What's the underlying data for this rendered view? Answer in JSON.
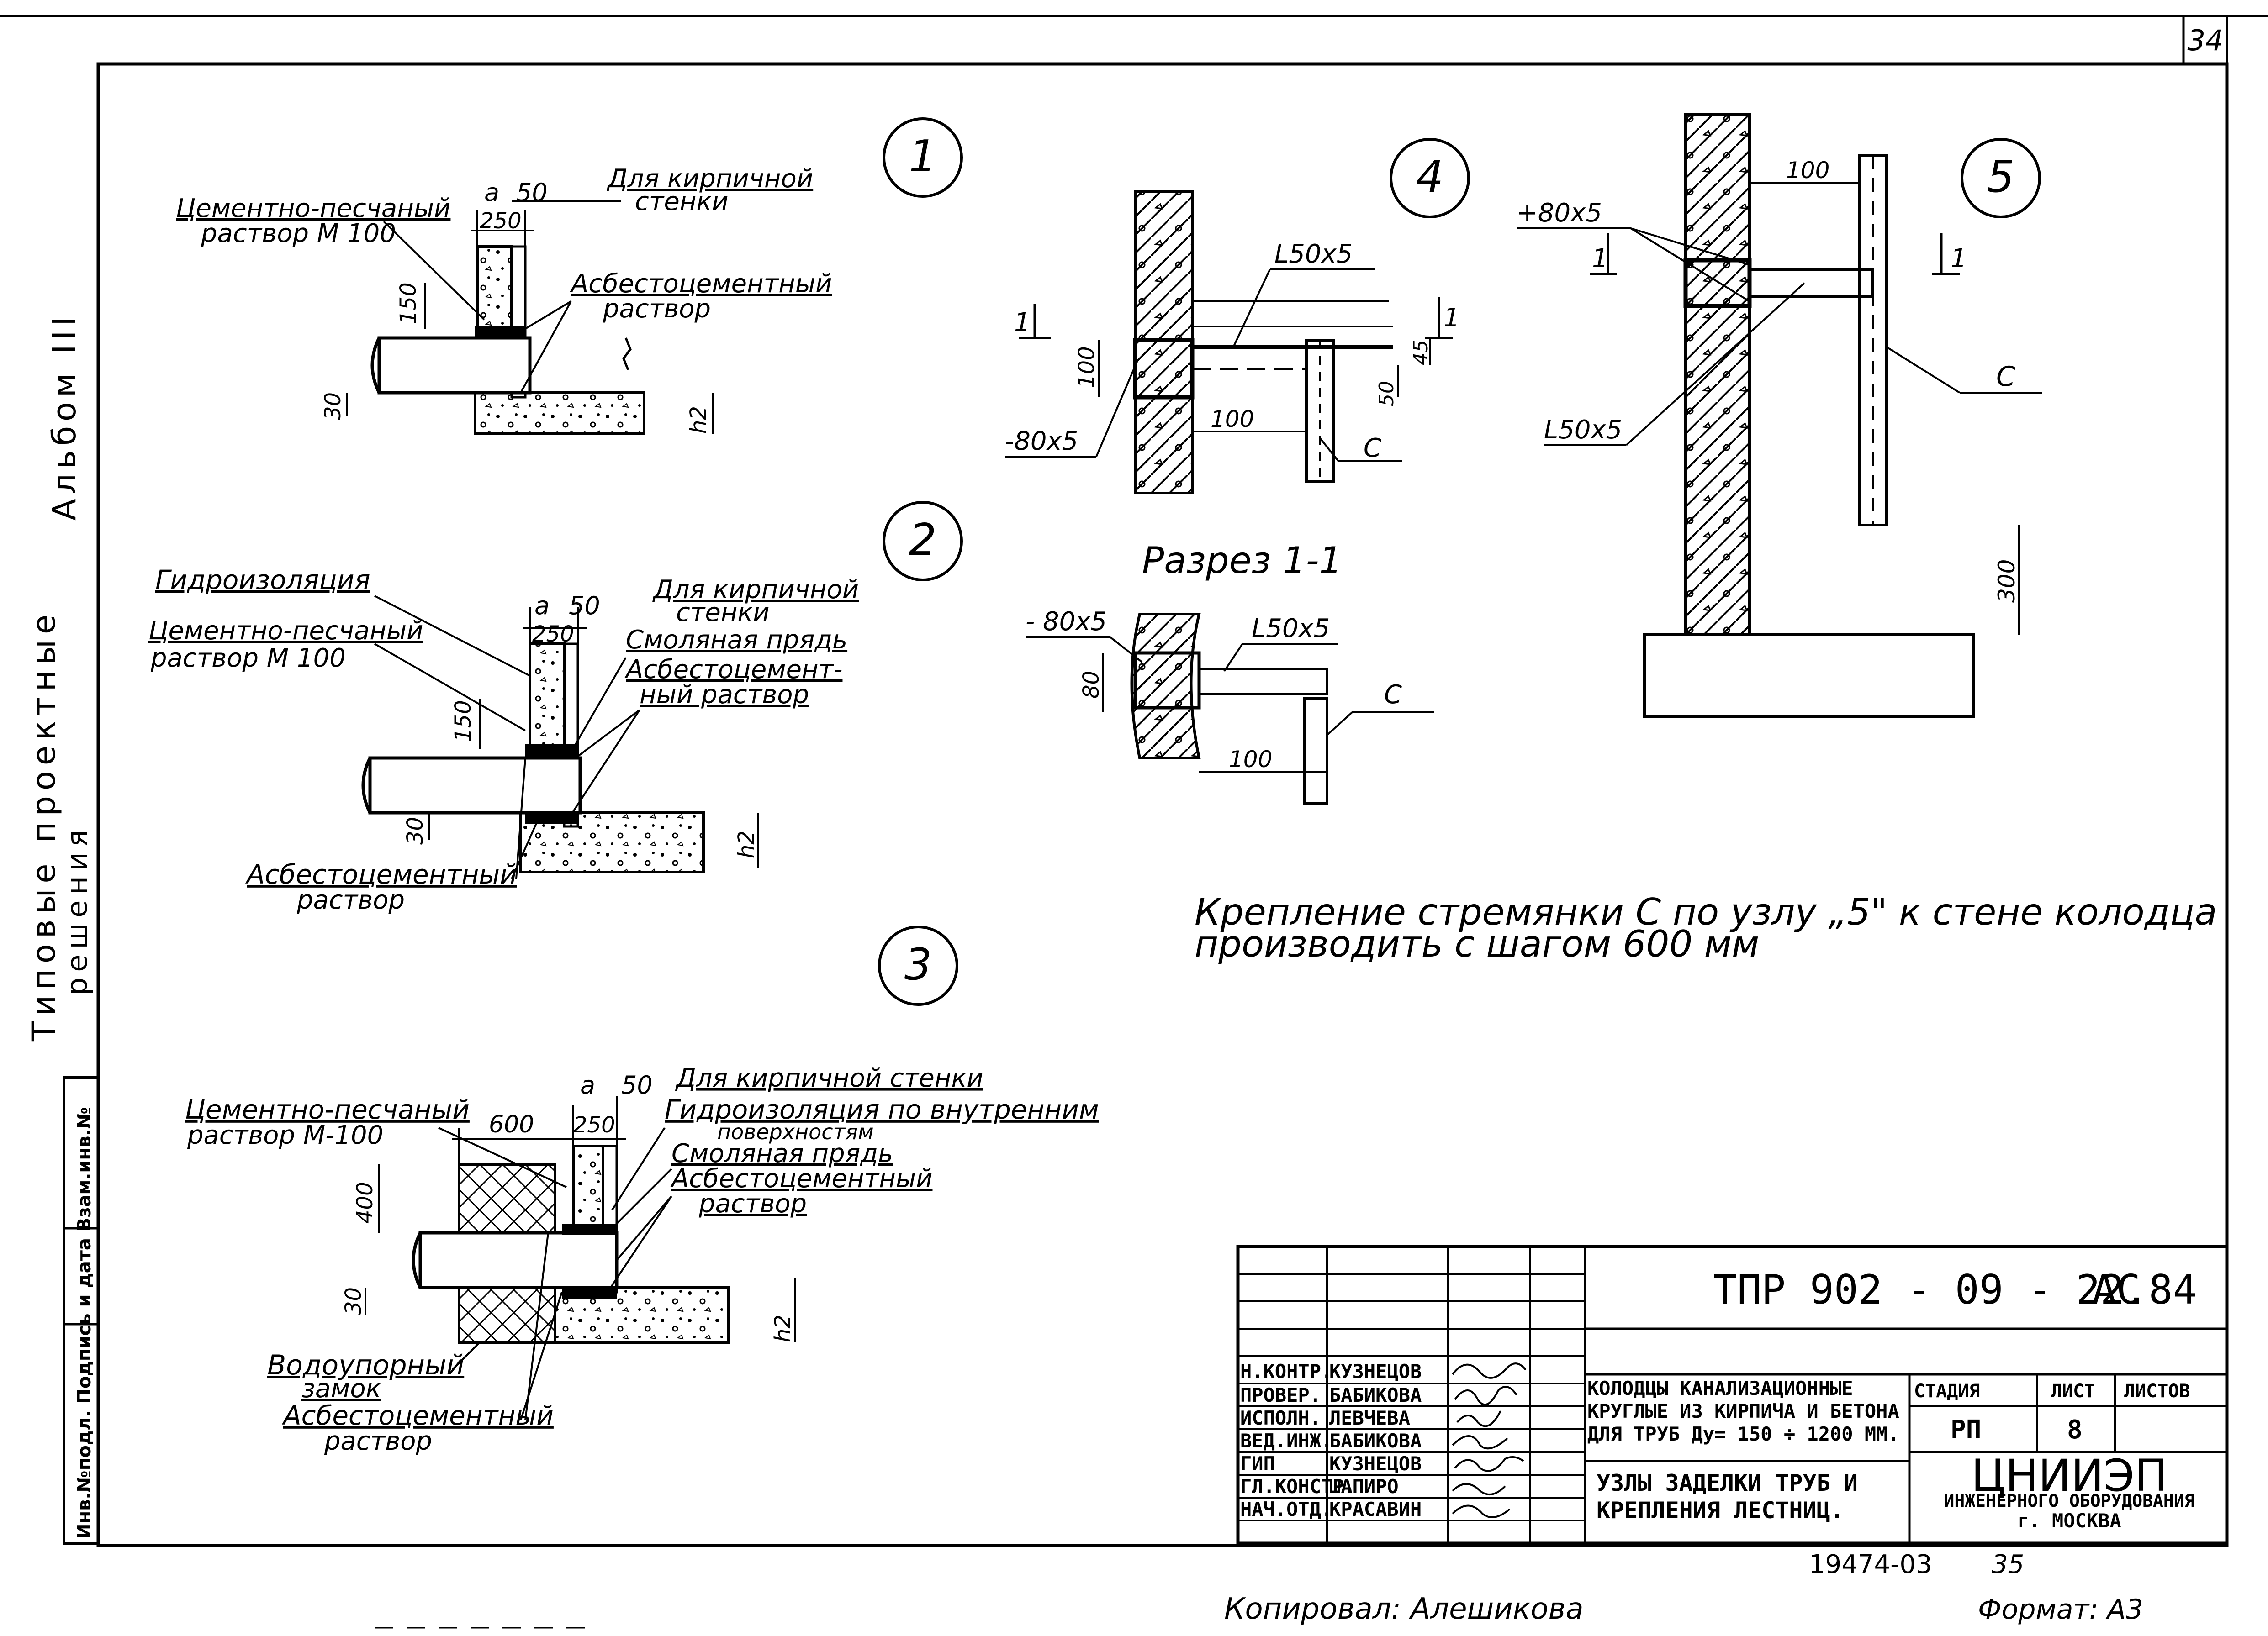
{
  "sheet": {
    "page_number": "34",
    "side_album": "Альбом III",
    "side_series_1": "Типовые проектные",
    "side_series_2": "решения",
    "side_stamp": "Инв.№подл. Подпись и дата Взам.инв.№"
  },
  "node1": {
    "number": "1",
    "label_mortar": "Цементно-песчаный",
    "label_mortar_2": "раствор М 100",
    "label_brick_1": "Для кирпичной",
    "label_brick_2": "стенки",
    "label_asb_1": "Асбестоцементный",
    "label_asb_2": "раствор",
    "dim_a": "a",
    "dim_50": "50",
    "dim_250": "250",
    "dim_150": "150",
    "dim_30": "30",
    "dim_h2": "h2"
  },
  "node2": {
    "number": "2",
    "label_hydro": "Гидроизоляция",
    "label_mortar_1": "Цементно-песчаный",
    "label_mortar_2": "раствор М 100",
    "label_brick_1": "Для кирпичной",
    "label_brick_2": "стенки",
    "label_resin": "Смоляная прядь",
    "label_asb_1": "Асбестоцемент-",
    "label_asb_2": "ный раствор",
    "label_asb_bottom_1": "Асбестоцементный",
    "label_asb_bottom_2": "раствор",
    "dim_a": "a",
    "dim_50": "50",
    "dim_250": "250",
    "dim_150": "150",
    "dim_30": "30",
    "dim_h2": "h2"
  },
  "node3": {
    "number": "3",
    "label_mortar_1": "Цементно-песчаный",
    "label_mortar_2": "раствор М-100",
    "label_brick": "Для кирпичной стенки",
    "label_hydro_1": "Гидроизоляция по внутренним",
    "label_hydro_2": "поверхностям",
    "label_resin": "Смоляная прядь",
    "label_asb_1": "Асбестоцементный",
    "label_asb_2": "раствор",
    "label_lock_1": "Водоупорный",
    "label_lock_2": "замок",
    "label_asb_bottom_1": "Асбестоцементный",
    "label_asb_bottom_2": "раствор",
    "dim_a": "a",
    "dim_50": "50",
    "dim_600": "600",
    "dim_250": "250",
    "dim_400": "400",
    "dim_30": "30",
    "dim_h2": "h2"
  },
  "node4": {
    "number": "4",
    "label_angle": "L50x5",
    "label_plate": "-80x5",
    "label_c": "C",
    "dim_100_v": "100",
    "dim_100_h": "100",
    "dim_45": "45",
    "dim_50": "50",
    "section_1": "1",
    "section_2": "1"
  },
  "node5": {
    "number": "5",
    "label_plate": "+80x5",
    "label_angle": "L50x5",
    "label_c": "C",
    "dim_100": "100",
    "dim_300": "300",
    "section_1": "1",
    "section_2": "1"
  },
  "section": {
    "title": "Разрез 1-1",
    "label_plate": "- 80x5",
    "label_angle": "L50x5",
    "label_c": "C",
    "dim_80": "80",
    "dim_100": "100"
  },
  "note": {
    "line1": "Крепление стремянки С по узлу „5\" к стене колодца",
    "line2": "производить с шагом 600 мм"
  },
  "title_block": {
    "code": "ТПР 902 - 09 - 22.84",
    "mark": "АС",
    "roles": [
      "Н.КОНТР.",
      "ПРОВЕР.",
      "ИСПОЛН.",
      "ВЕД.ИНЖ.",
      "ГИП",
      "ГЛ.КОНСТР.",
      "НАЧ.ОТД."
    ],
    "names": [
      "КУЗНЕЦОВ",
      "БАБИКОВА",
      "ЛЕВЧЕВА",
      "БАБИКОВА",
      "КУЗНЕЦОВ",
      "ШАПИРО",
      "КРАСАВИН"
    ],
    "description_1": "КОЛОДЦЫ КАНАЛИЗАЦИОННЫЕ",
    "description_2": "КРУГЛЫЕ ИЗ КИРПИЧА И БЕТОНА",
    "description_3": "ДЛЯ ТРУБ Ду= 150 ÷ 1200 ММ.",
    "sheet_title_1": "УЗЛЫ ЗАДЕЛКИ ТРУБ И",
    "sheet_title_2": "КРЕПЛЕНИЯ ЛЕСТНИЦ.",
    "stage_label": "СТАДИЯ",
    "sheet_label": "ЛИСТ",
    "sheets_label": "ЛИСТОВ",
    "stage": "РП",
    "sheet": "8",
    "org_name": "ЦНИИЭП",
    "org_sub_1": "ИНЖЕНЕРНОГО ОБОРУДОВАНИЯ",
    "org_sub_2": "г. МОСКВА"
  },
  "footer": {
    "inventory": "19474-03",
    "number": "35",
    "copied": "Копировал: Алешикова",
    "format": "Формат: А3"
  }
}
